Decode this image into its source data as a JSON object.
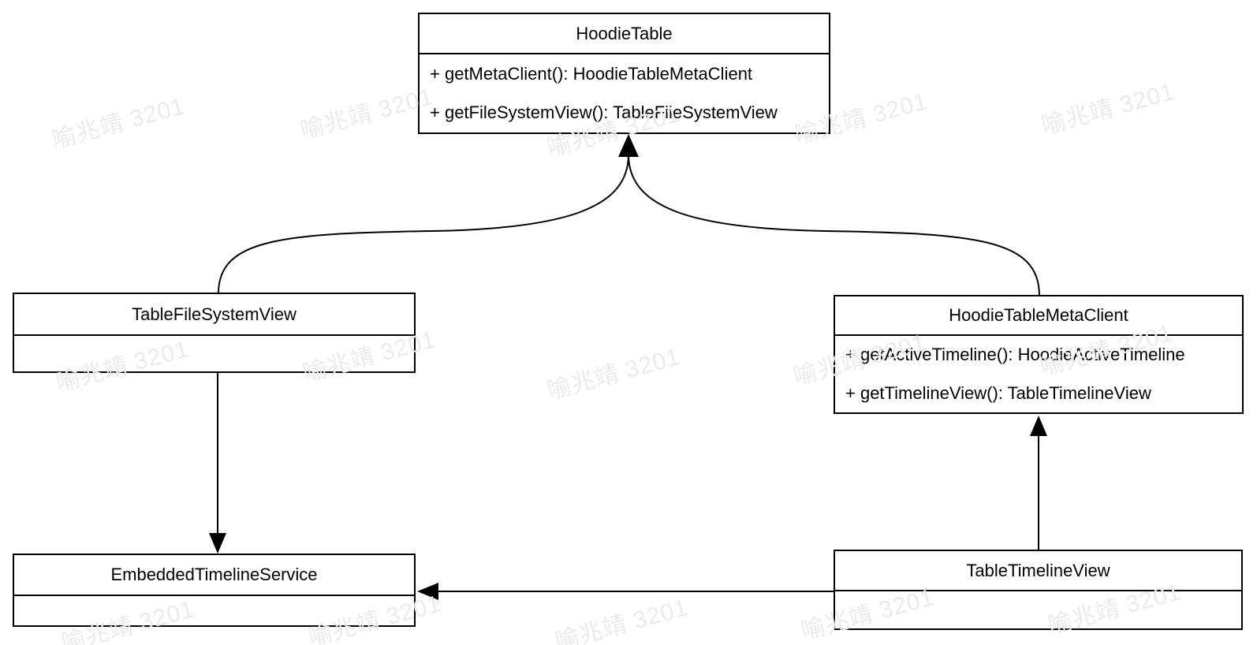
{
  "watermark": {
    "text": "喻兆靖 3201",
    "color": "#ebebeb"
  },
  "colors": {
    "background": "#ffffff",
    "line": "#000000",
    "text": "#000000"
  },
  "classes": {
    "hoodie_table": {
      "name": "HoodieTable",
      "methods": [
        "+ getMetaClient(): HoodieTableMetaClient",
        "+ getFileSystemView(): TableFileSystemView"
      ]
    },
    "table_file_system_view": {
      "name": "TableFileSystemView",
      "methods": []
    },
    "hoodie_table_meta_client": {
      "name": "HoodieTableMetaClient",
      "methods": [
        "+ getActiveTimeline(): HoodieActiveTimeline",
        "+ getTimelineView(): TableTimelineView"
      ]
    },
    "embedded_timeline_service": {
      "name": "EmbeddedTimelineService",
      "methods": []
    },
    "table_timeline_view": {
      "name": "TableTimelineView",
      "methods": []
    }
  },
  "relations": [
    {
      "from": "TableFileSystemView",
      "to": "HoodieTable",
      "style": "curved-arrow"
    },
    {
      "from": "HoodieTableMetaClient",
      "to": "HoodieTable",
      "style": "curved-arrow"
    },
    {
      "from": "TableFileSystemView",
      "to": "EmbeddedTimelineService",
      "style": "straight-arrow"
    },
    {
      "from": "TableTimelineView",
      "to": "HoodieTableMetaClient",
      "style": "straight-arrow"
    },
    {
      "from": "TableTimelineView",
      "to": "EmbeddedTimelineService",
      "style": "straight-arrow"
    }
  ]
}
